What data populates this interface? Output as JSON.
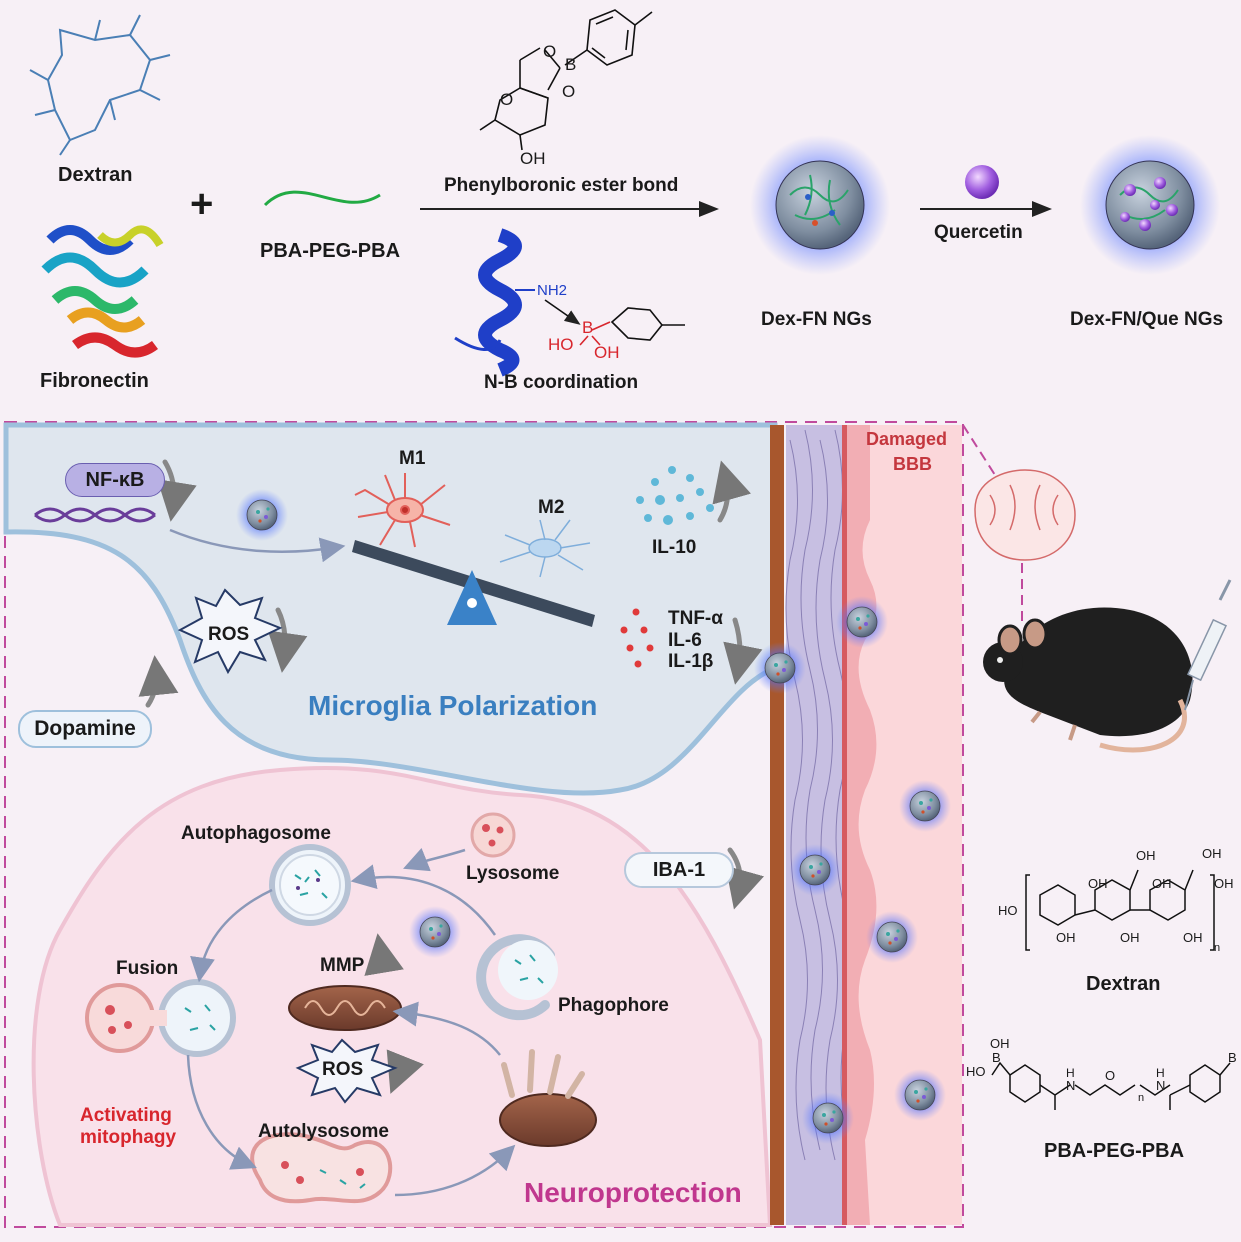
{
  "synthesis": {
    "dextran_label": "Dextran",
    "fibronectin_label": "Fibronectin",
    "plus": "+",
    "peg_label": "PBA-PEG-PBA",
    "ester_bond_label": "Phenylboronic ester bond",
    "ester_O1": "O",
    "ester_O2": "O",
    "ester_O3": "O",
    "ester_B": "B",
    "ester_OH": "OH",
    "nh2": "NH2",
    "coord_B": "B",
    "coord_HO": "HO",
    "coord_OH": "OH",
    "nb_label": "N-B coordination",
    "ngs_label": "Dex-FN NGs",
    "quercetin_label": "Quercetin",
    "que_ngs_label": "Dex-FN/Que NGs"
  },
  "microglia": {
    "nfkb": "NF-κB",
    "m1": "M1",
    "m2": "M2",
    "il10": "IL-10",
    "ros": "ROS",
    "tnf": "TNF-α",
    "il6": "IL-6",
    "il1b": "IL-1β",
    "dopamine": "Dopamine",
    "title": "Microglia Polarization"
  },
  "bbb": {
    "damaged_label": "Damaged",
    "bbb_label": "BBB"
  },
  "neuro": {
    "autophagosome": "Autophagosome",
    "lysosome": "Lysosome",
    "fusion": "Fusion",
    "mmp": "MMP",
    "phagophore": "Phagophore",
    "ros": "ROS",
    "activating": "Activating",
    "mitophagy": "mitophagy",
    "autolysosome": "Autolysosome",
    "title": "Neuroprotection",
    "iba1": "IBA-1"
  },
  "structures": {
    "dextran_label": "Dextran",
    "peg_label": "PBA-PEG-PBA",
    "dex_HO": "HO",
    "dex_OH1": "OH",
    "dex_OH2": "OH",
    "dex_OH3": "OH",
    "dex_OH4": "OH",
    "dex_OH5": "OH",
    "dex_OH6": "OH",
    "dex_OH7": "OH",
    "dex_OH8": "OH",
    "dex_n": "n",
    "peg_B1": "B",
    "peg_OH": "OH",
    "peg_HO": "HO",
    "peg_B2": "B",
    "peg_O": "O",
    "peg_n": "n",
    "peg_H1": "H",
    "peg_N1": "N",
    "peg_H2": "H",
    "peg_N2": "N"
  },
  "colors": {
    "panel_blue": "#dfe6ee",
    "panel_pink": "#f9e1ea",
    "accent_blue": "#3a7fc0",
    "accent_pink": "#c0378e",
    "accent_red": "#d8262d",
    "dashed": "#c04a9d"
  }
}
